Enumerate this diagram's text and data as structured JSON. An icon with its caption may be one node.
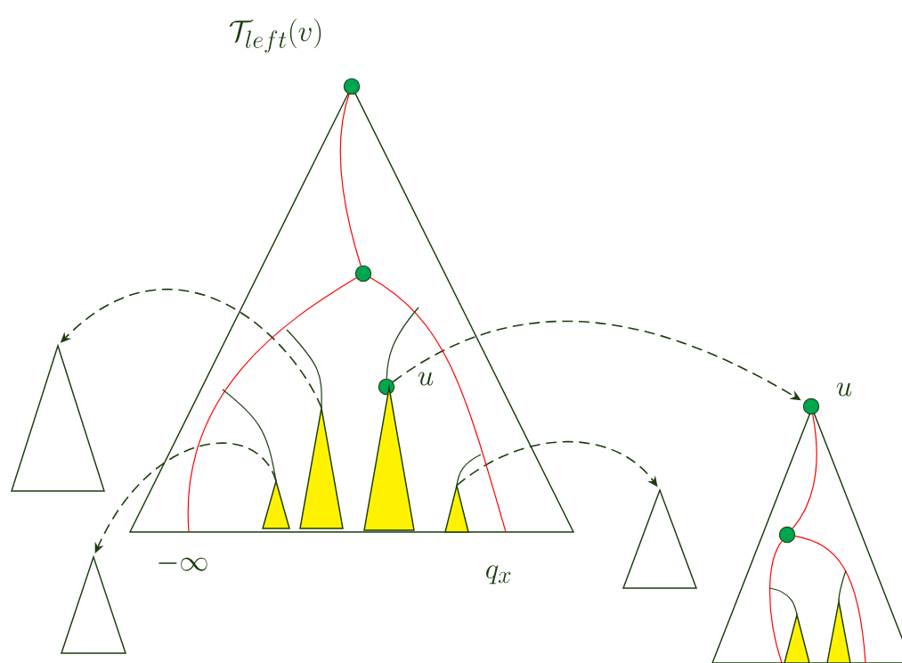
{
  "diagram": {
    "nodes": [
      {
        "text": [
          "\\mathcal{T}_{left}(v)"
        ]
      },
      {
        "text": [],
        "shape": "circle",
        "in": 0
      },
      {
        "text": [],
        "shape": "circle",
        "in": 0
      },
      {
        "text": [],
        "shape": "circle",
        "in": 0
      },
      {
        "text": [],
        "shape": "triangle",
        "in": 0
      },
      {
        "text": [],
        "shape": "triangle",
        "in": 0
      },
      {
        "text": [],
        "shape": "triangle",
        "in": 0
      },
      {
        "text": [],
        "shape": "triangle",
        "in": 0
      },
      {
        "text": [],
        "shape": "triangle"
      },
      {
        "text": [],
        "shape": "triangle"
      },
      {
        "text": [],
        "shape": "triangle"
      },
      {
        "text": [],
        "shape": "triangle"
      },
      {
        "text": [],
        "shape": "circle",
        "in": 11,
        "beside": [
          "u"
        ]
      },
      {
        "text": [],
        "shape": "circle",
        "in": 11
      },
      {
        "text": [],
        "shape": "triangle",
        "in": 11
      },
      {
        "text": [],
        "shape": "triangle",
        "in": 11
      }
    ],
    "edges": [
      {
        "from": 5,
        "to": 8,
        "arrow": "to",
        "style": "dashed"
      },
      {
        "from": 4,
        "to": 9,
        "arrow": "to",
        "style": "dashed"
      },
      {
        "from": 3,
        "to": 12,
        "arrow": "to",
        "style": "dashed"
      },
      {
        "from": 7,
        "to": 10,
        "arrow": "to",
        "style": "dashed"
      },
      {
        "from": 1,
        "to": 2,
        "arrow": "none",
        "color": "#ff0000"
      },
      {
        "from": 2,
        "to": null,
        "arrow": "none",
        "color": "#ff0000"
      },
      {
        "from": 2,
        "to": null,
        "arrow": "none",
        "color": "#ff0000"
      },
      {
        "from": null,
        "to": 4,
        "arrow": "none"
      },
      {
        "from": null,
        "to": 5,
        "arrow": "none"
      },
      {
        "from": null,
        "to": 3,
        "arrow": "none"
      },
      {
        "from": null,
        "to": 7,
        "arrow": "none"
      },
      {
        "from": 12,
        "to": 13,
        "arrow": "none",
        "color": "#ff0000"
      },
      {
        "from": 13,
        "to": null,
        "arrow": "none",
        "color": "#ff0000"
      },
      {
        "from": 13,
        "to": null,
        "arrow": "none",
        "color": "#ff0000"
      },
      {
        "from": null,
        "to": 14,
        "arrow": "none"
      },
      {
        "from": null,
        "to": 15,
        "arrow": "none"
      }
    ],
    "labels": [
      "u",
      "-\\infty",
      "q_x"
    ]
  }
}
